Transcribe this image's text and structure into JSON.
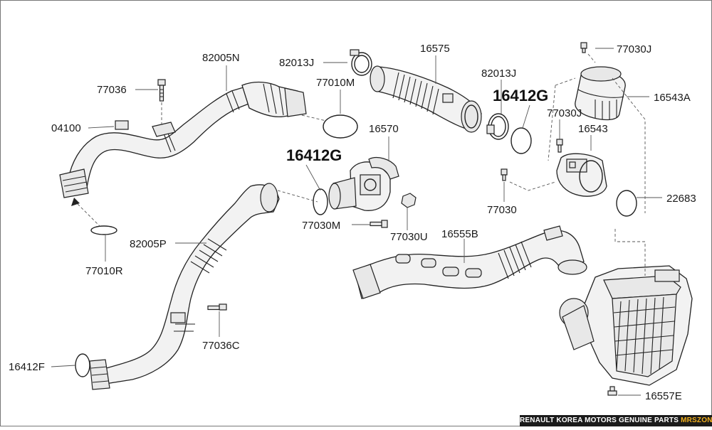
{
  "diagram": {
    "labels": {
      "l82005N": "82005N",
      "l82013J_a": "82013J",
      "l16575": "16575",
      "l77030J_top": "77030J",
      "l77036": "77036",
      "l77010M": "77010M",
      "l82013J_b": "82013J",
      "l16543A": "16543A",
      "l04100": "04100",
      "l16412G_a": "16412G",
      "l77030J_mid": "77030J",
      "l16570": "16570",
      "l16543": "16543",
      "l16412G_b": "16412G",
      "l77030": "77030",
      "l22683": "22683",
      "l82005P": "82005P",
      "l77030M": "77030M",
      "l77030U": "77030U",
      "l16555B": "16555B",
      "l77010R": "77010R",
      "l77036C": "77036C",
      "l16412F": "16412F",
      "l16557E": "16557E"
    }
  },
  "footer": {
    "text": "RENAULT KOREA MOTORS GENUINE PARTS",
    "brand": "MRSZONE"
  }
}
